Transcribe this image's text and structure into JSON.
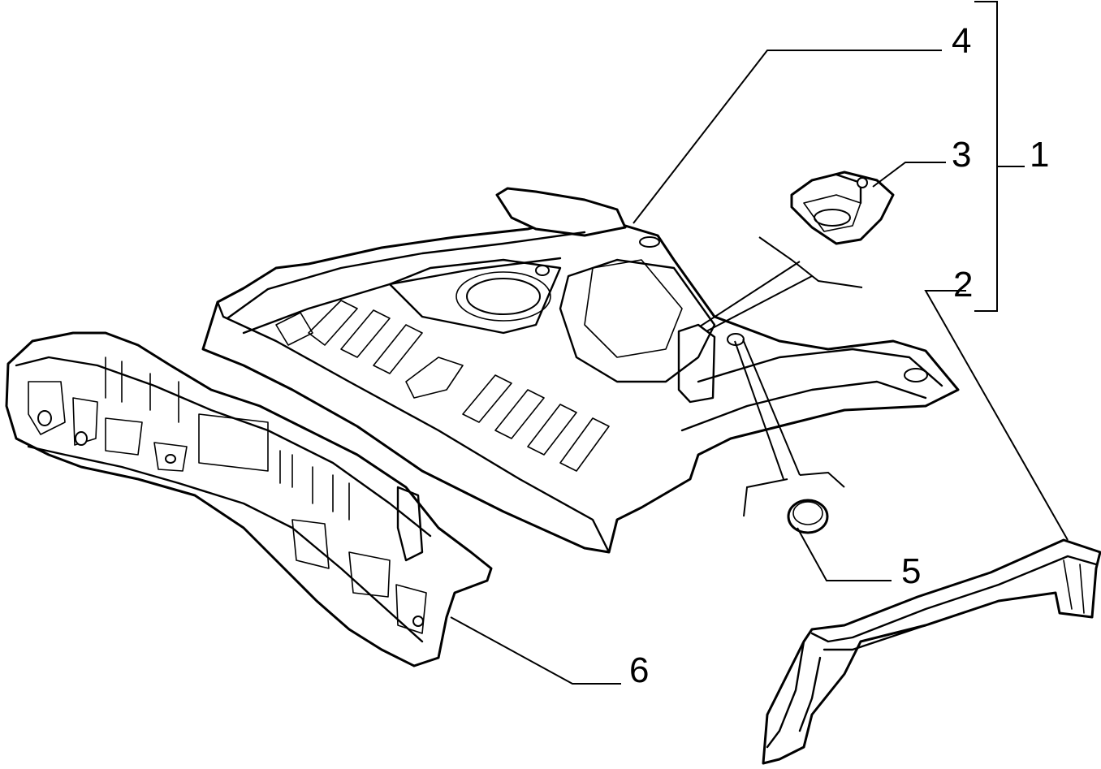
{
  "diagram": {
    "type": "exploded-parts-diagram",
    "callouts": [
      {
        "id": "1",
        "label": "1"
      },
      {
        "id": "2",
        "label": "2"
      },
      {
        "id": "3",
        "label": "3"
      },
      {
        "id": "4",
        "label": "4"
      },
      {
        "id": "5",
        "label": "5"
      },
      {
        "id": "6",
        "label": "6"
      }
    ],
    "assembly_group": {
      "bracket_label_ref": "1",
      "members": [
        "2",
        "3",
        "4"
      ]
    }
  }
}
